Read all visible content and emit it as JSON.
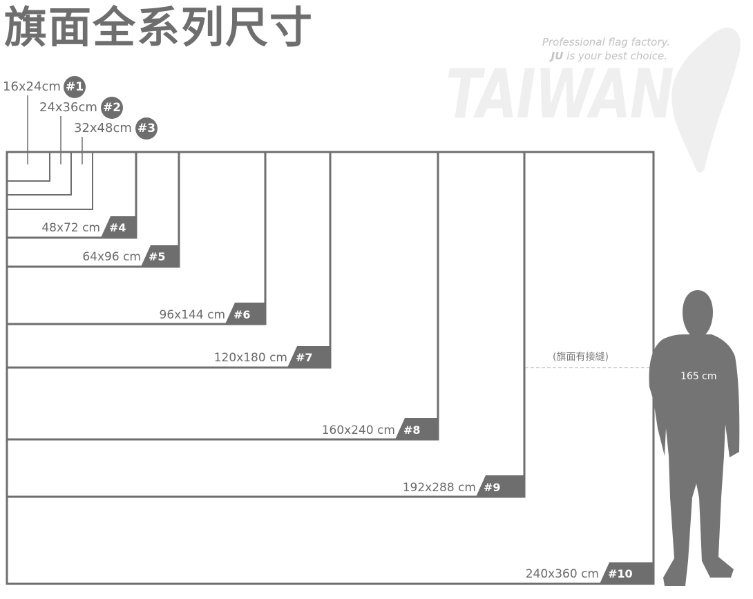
{
  "header": {
    "title": "旗面全系列尺寸",
    "tagline_line1": "Professional flag factory.",
    "tagline_brand": "JU",
    "tagline_line2_rest": " is your best choice.",
    "watermark": "TAIWAN"
  },
  "small_flags": [
    {
      "size": "16x24cm",
      "num": "#1"
    },
    {
      "size": "24x36cm",
      "num": "#2"
    },
    {
      "size": "32x48cm",
      "num": "#3"
    }
  ],
  "flags": [
    {
      "size": "48x72 cm",
      "num": "#4"
    },
    {
      "size": "64x96 cm",
      "num": "#5"
    },
    {
      "size": "96x144 cm",
      "num": "#6"
    },
    {
      "size": "120x180 cm",
      "num": "#7"
    },
    {
      "size": "160x240 cm",
      "num": "#8"
    },
    {
      "size": "192x288 cm",
      "num": "#9"
    },
    {
      "size": "240x360 cm",
      "num": "#10"
    }
  ],
  "stitch_note": "(旗面有接縫)",
  "person": {
    "height_label": "165 cm"
  },
  "colors": {
    "frame": "#6e6e6e",
    "badge": "#6e6e6e",
    "text": "#6a6a6a",
    "watermark": "#efefef"
  }
}
